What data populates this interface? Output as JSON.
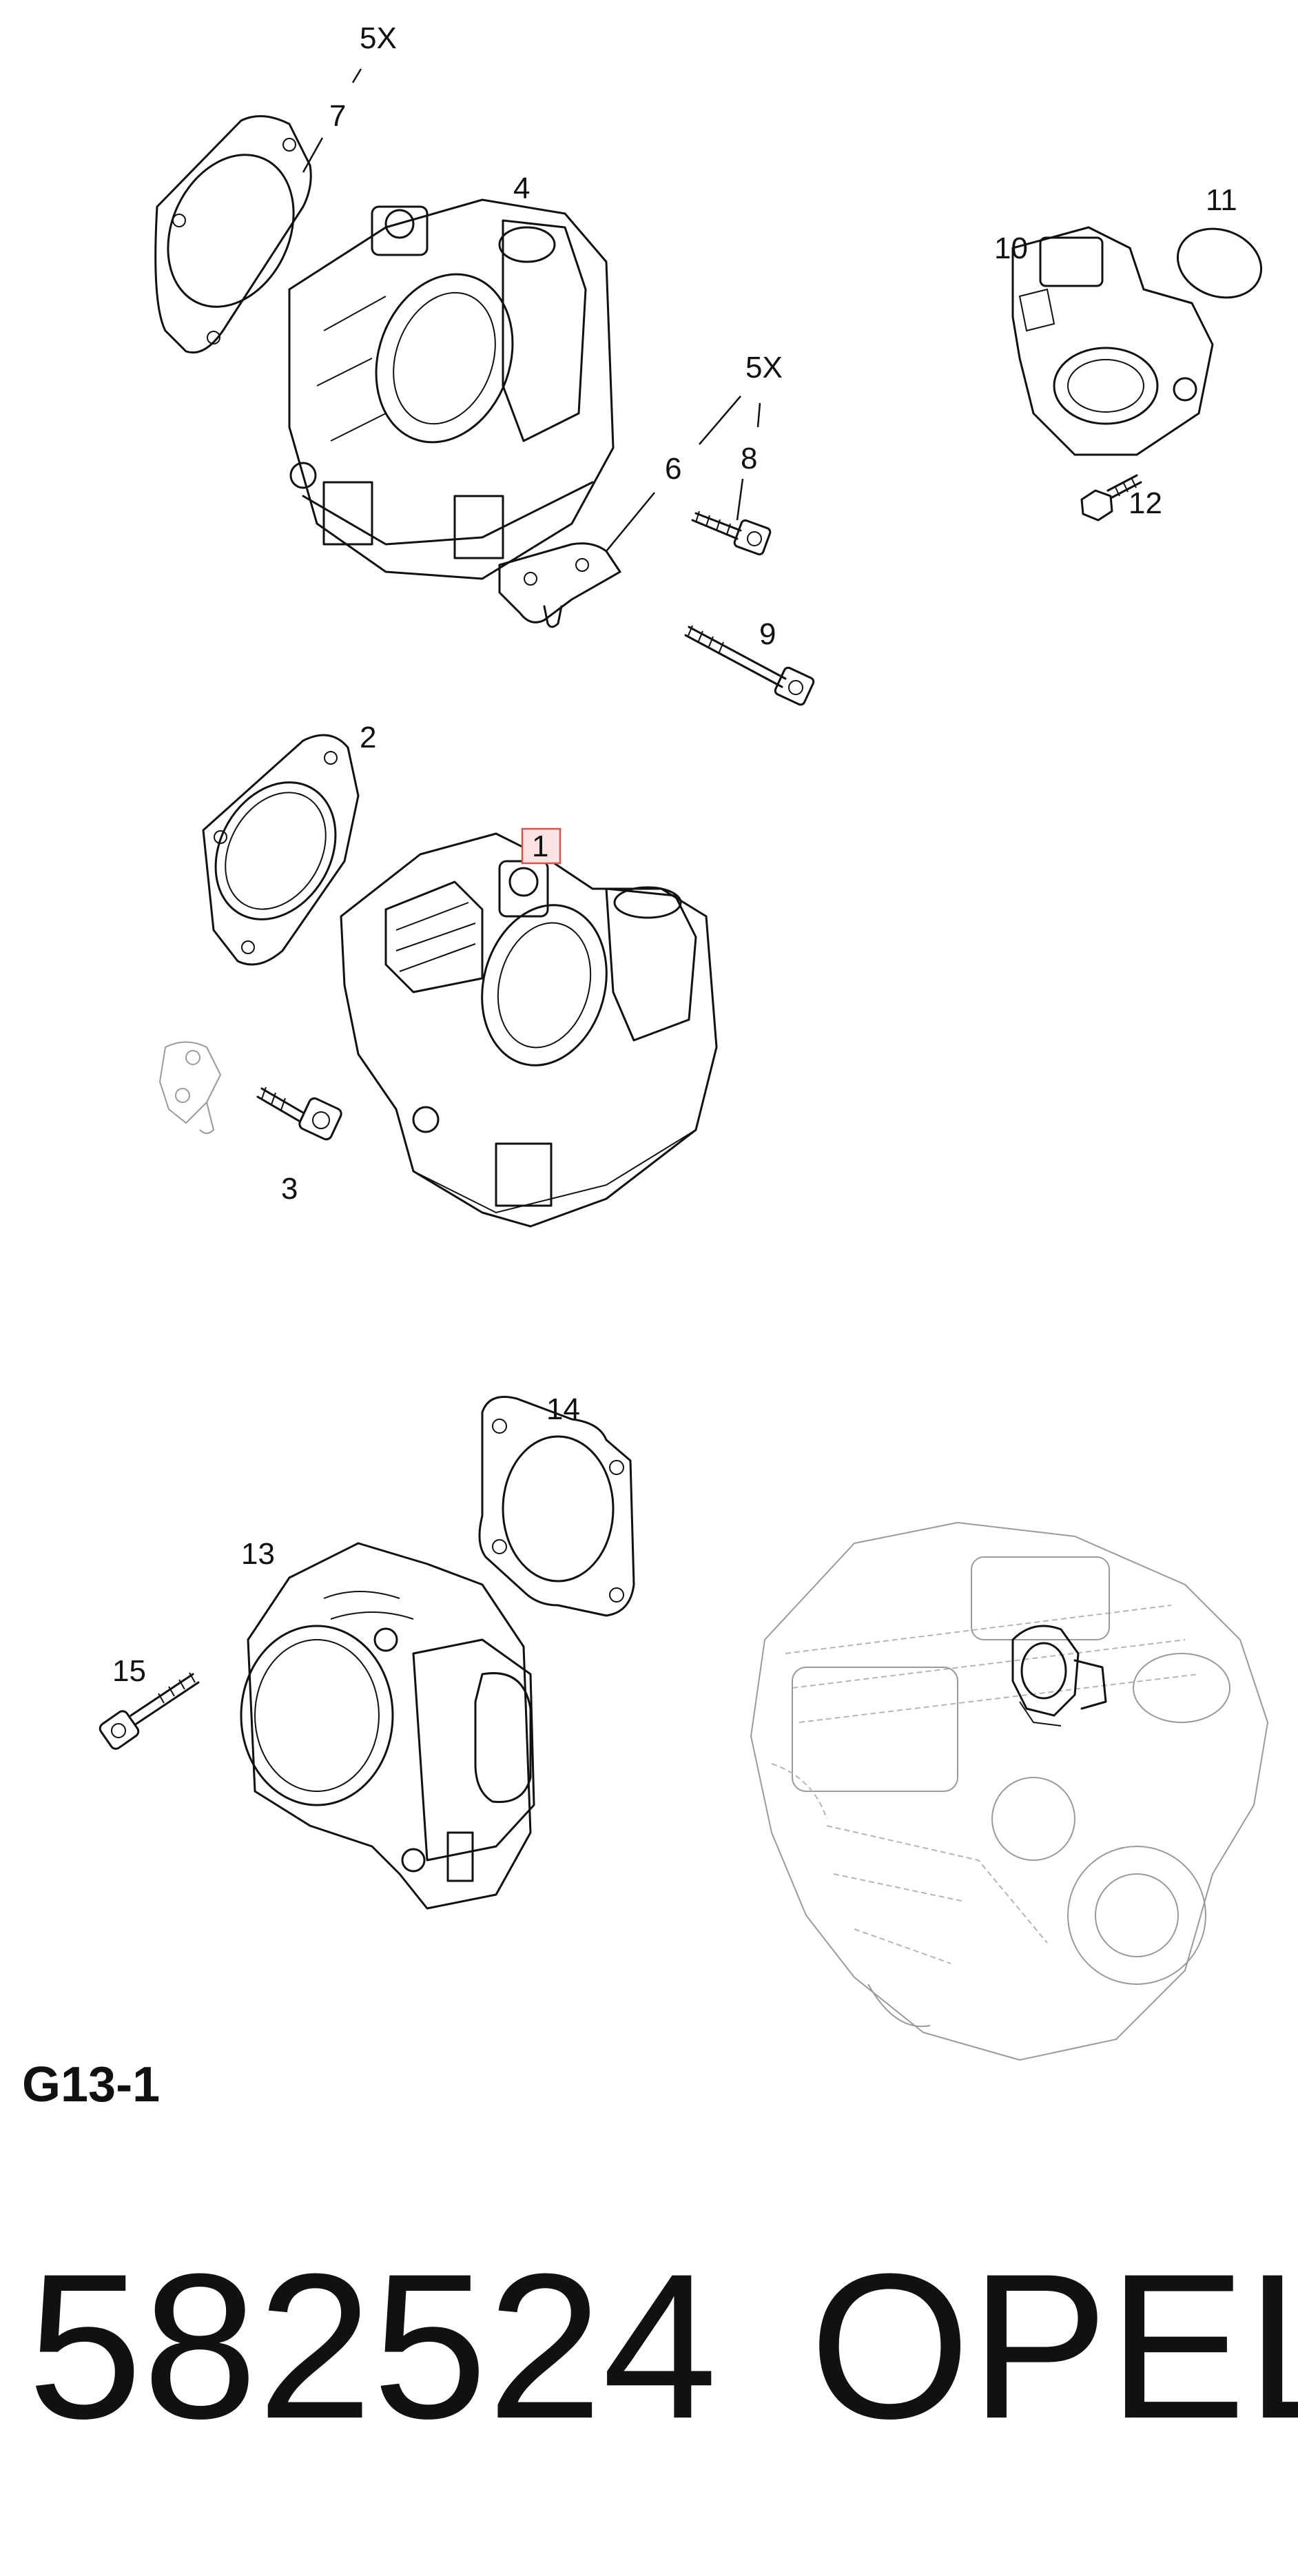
{
  "callouts": {
    "c5x_top": "5X",
    "c7": "7",
    "c4": "4",
    "c5x_mid": "5X",
    "c6": "6",
    "c8": "8",
    "c9": "9",
    "c10": "10",
    "c11": "11",
    "c12": "12",
    "c2": "2",
    "c1": "1",
    "c3": "3",
    "c14": "14",
    "c13": "13",
    "c15": "15"
  },
  "highlight_color": "#d9534f",
  "diagram_code": "G13-1",
  "footer": {
    "part_number": "582524",
    "brand": "OPEL"
  }
}
